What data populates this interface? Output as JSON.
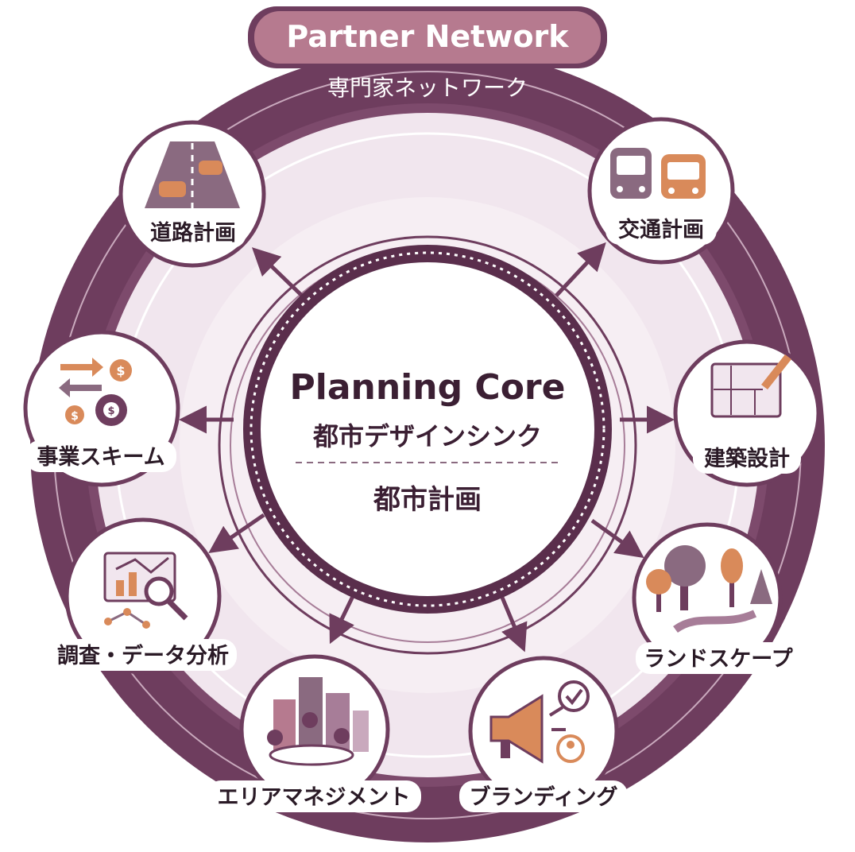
{
  "header": {
    "title": "Partner Network",
    "subtitle": "専門家ネットワーク"
  },
  "core": {
    "title": "Planning Core",
    "subtitle": "都市デザインシンク",
    "label": "都市計画"
  },
  "nodes": [
    {
      "label": "道路計画",
      "icon": "road-icon"
    },
    {
      "label": "交通計画",
      "icon": "train-bus-icon"
    },
    {
      "label": "事業スキーム",
      "icon": "money-scheme-icon"
    },
    {
      "label": "建築設計",
      "icon": "blueprint-icon"
    },
    {
      "label": "調査・データ分析",
      "icon": "data-analysis-icon"
    },
    {
      "label": "ランドスケープ",
      "icon": "landscape-icon"
    },
    {
      "label": "エリアマネジメント",
      "icon": "city-meeting-icon"
    },
    {
      "label": "ブランディング",
      "icon": "megaphone-icon"
    }
  ],
  "colors": {
    "ring": "#6e3d5e",
    "ring_light": "#f1e6ee",
    "accent": "#b67a8f",
    "orange": "#d98a5a"
  }
}
